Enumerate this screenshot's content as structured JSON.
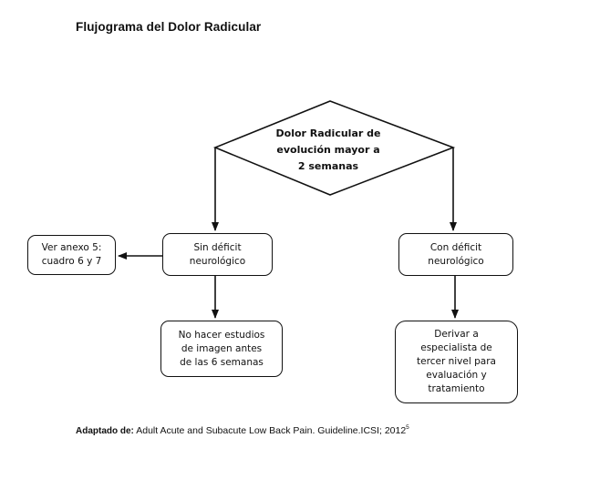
{
  "title": "Flujograma del Dolor Radicular",
  "decision": "Dolor Radicular de\nevolución mayor a\n2 semanas",
  "nodes": {
    "ver_anexo": "Ver anexo 5:\ncuadro 6 y 7",
    "sin_deficit": "Sin déficit\nneurológico",
    "con_deficit": "Con déficit\nneurológico",
    "no_hacer": "No hacer estudios\nde imagen  antes\nde las 6 semanas",
    "derivar": "Derivar a\nespecialista de\ntercer nivel para\nevaluación y\ntratamiento"
  },
  "footnote": {
    "label": "Adaptado de:",
    "source": " Adult Acute and Subacute Low Back Pain. Guideline.ICSI; 2012",
    "sup": "5"
  }
}
